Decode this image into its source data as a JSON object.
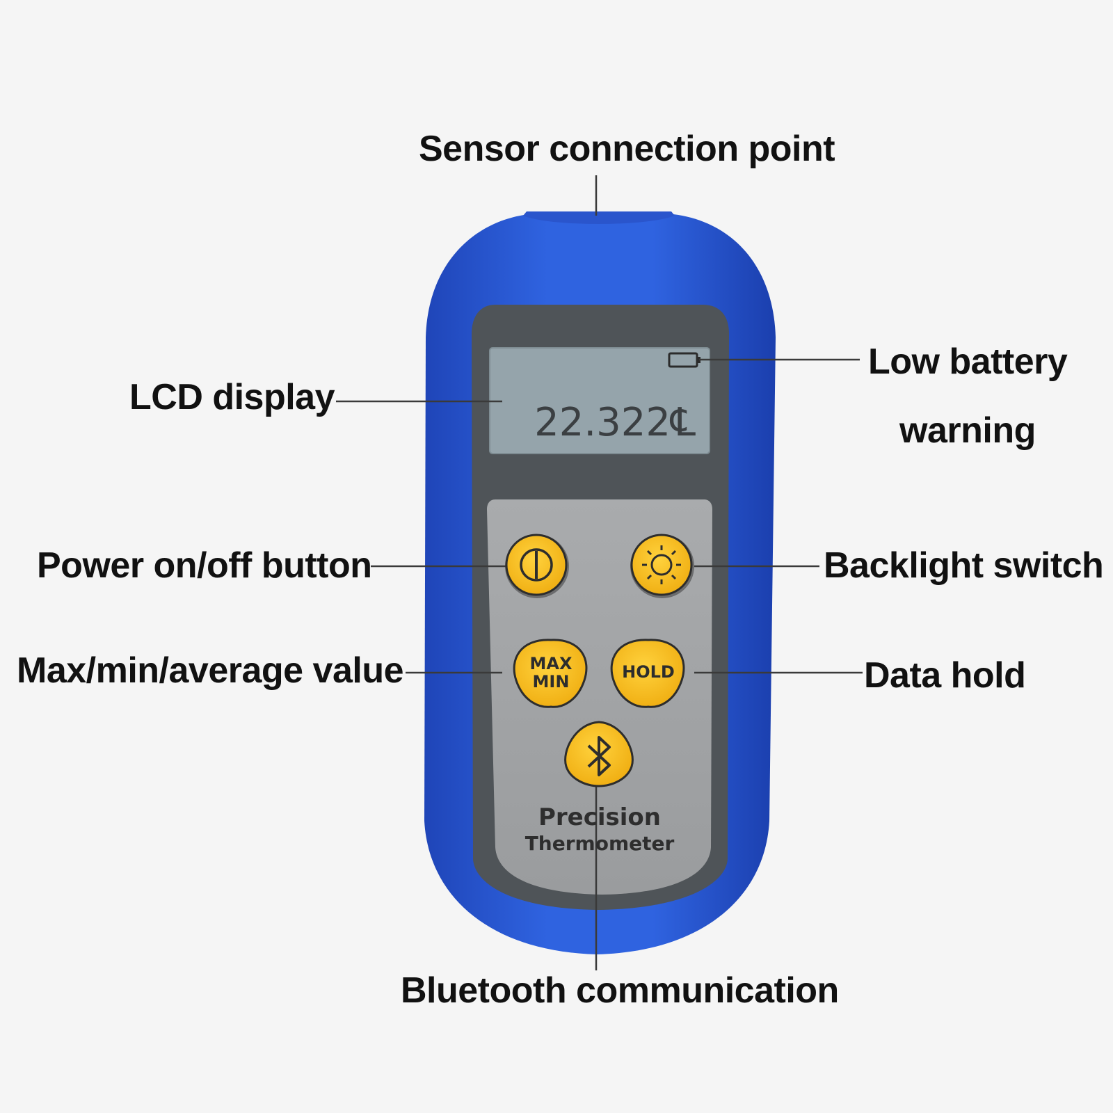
{
  "device": {
    "lcd_reading": "22.322℄",
    "brand_line1": "Precision",
    "brand_line2": "Thermometer",
    "button_maxmin_top": "MAX",
    "button_maxmin_bottom": "MIN",
    "button_hold": "HOLD",
    "colors": {
      "case": "#2f5fd9",
      "faceplate": "#4f5458",
      "keypad": "#a4a6a8",
      "lcd": "#95a4ab",
      "button": "#f5bd1a",
      "background": "#f5f5f5"
    },
    "icons": [
      "power-icon",
      "sun-icon",
      "bluetooth-icon",
      "battery-low-icon"
    ]
  },
  "callouts": {
    "sensor": "Sensor connection point",
    "lcd": "LCD display",
    "battery_line1": "Low battery",
    "battery_line2": "warning",
    "power": "Power on/off button",
    "backlight": "Backlight switch",
    "maxmin": "Max/min/average value",
    "hold": "Data hold",
    "bluetooth": "Bluetooth communication"
  }
}
